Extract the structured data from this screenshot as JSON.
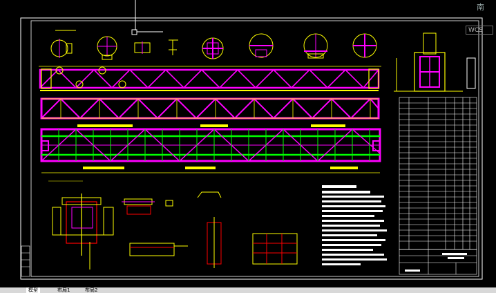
{
  "viewcube": {
    "compass_label": "南"
  },
  "wcs_label": "WCS",
  "layout_tabs": [
    "模型",
    "布局1",
    "布局2"
  ],
  "colors": {
    "frame": "#ffffff",
    "truss": "#ff00ff",
    "dimension": "#ffff00",
    "plate": "#00ff00",
    "crosshair": "#ffffff"
  }
}
